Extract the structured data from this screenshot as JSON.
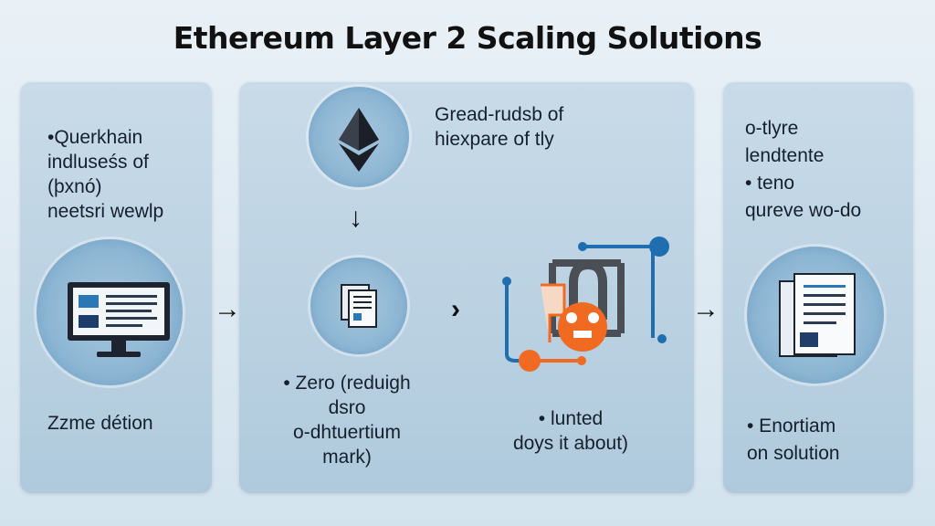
{
  "title": "Ethereum Layer 2 Scaling Solutions",
  "left_panel": {
    "lines": [
      "•Querkhain",
      "indluseśs of",
      "(þxnó)",
      "neetsri wewlp"
    ],
    "caption": "Zzme détion"
  },
  "middle_panel": {
    "top_text": [
      "Gread-rudsb of",
      "hiexpare of tly"
    ],
    "left_caption": [
      "• Zero (reduigh",
      "dsro",
      "o-dhtuertium",
      "mark)"
    ],
    "right_caption": [
      "• lunted",
      "doys it about)"
    ]
  },
  "right_panel": {
    "lines": [
      "o-tlyre",
      "lendtente",
      "• teno",
      "qureve wo-do"
    ],
    "caption": [
      "• Enortiam",
      "on solution"
    ]
  },
  "colors": {
    "accent_blue": "#1f6fb0",
    "accent_orange": "#f06a22",
    "panel": "#bcd3e4"
  }
}
